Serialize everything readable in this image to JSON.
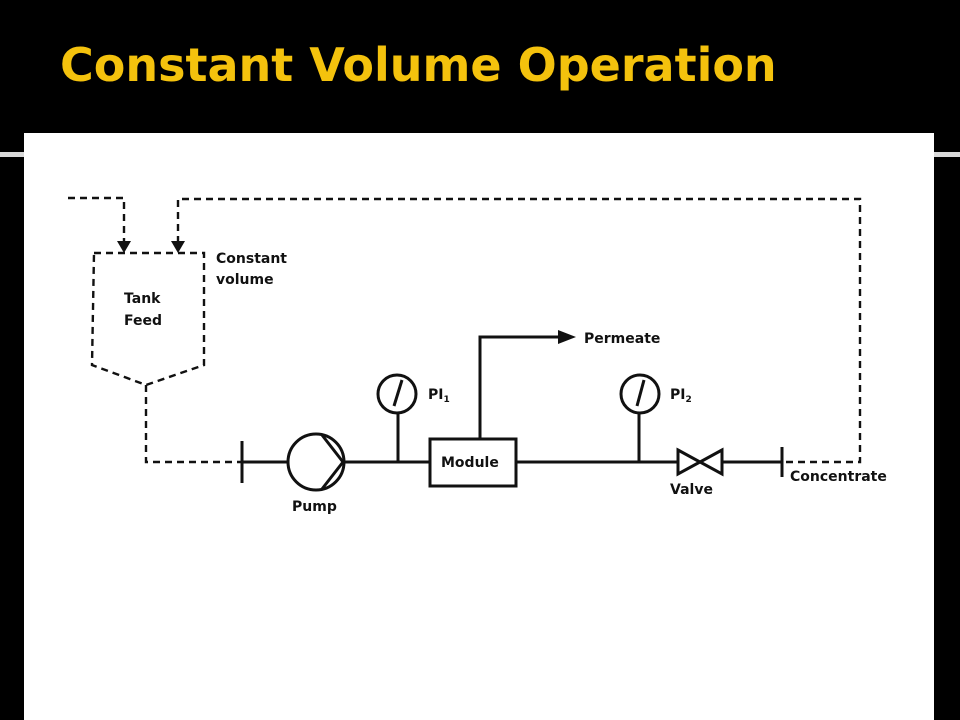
{
  "slide": {
    "title": "Constant Volume Operation"
  },
  "diagram": {
    "tank": {
      "line1": "Tank",
      "line2": "Feed"
    },
    "level_note": {
      "line1": "Constant",
      "line2": "volume"
    },
    "pump": "Pump",
    "gauge1": {
      "label": "PI",
      "sub": "1"
    },
    "gauge2": {
      "label": "PI",
      "sub": "2"
    },
    "module": "Module",
    "permeate": "Permeate",
    "valve": "Valve",
    "concentrate": "Concentrate"
  },
  "colors": {
    "background": "#000000",
    "title": "#f4c20d",
    "panel": "#ffffff",
    "ink": "#111111"
  }
}
